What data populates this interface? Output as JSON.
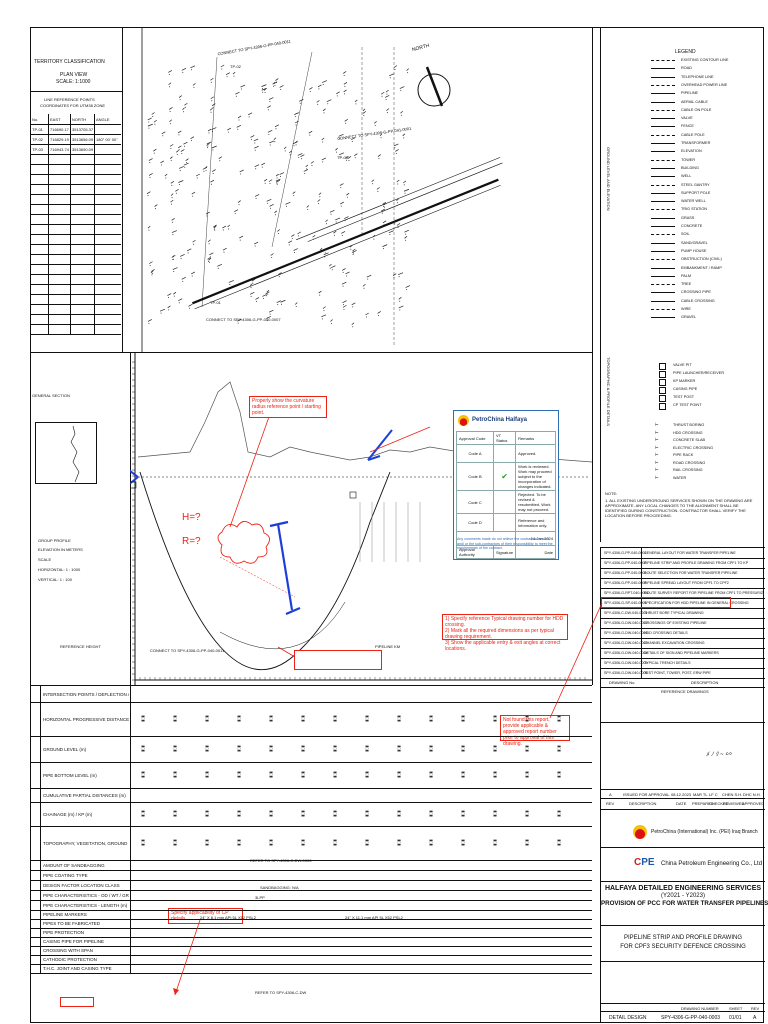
{
  "topleft": {
    "classification": "TERRITORY CLASSIFICATION",
    "plan_label": "PLAN VIEW",
    "plan_scale": "SCALE: 1:1000",
    "coord_title": "LINE REFERENCE POINTS",
    "coord_sub": "COORDINATES FOR UTM38 ZONE",
    "coord_headers": [
      "No.",
      "EAST",
      "NORTH",
      "ANGLE"
    ],
    "coord_rows": [
      [
        "TP-01",
        "716690.17",
        "3513705.37",
        ""
      ],
      [
        "TP-02",
        "716829.19",
        "3513656.09",
        "180° 00' 00\""
      ],
      [
        "TP-03",
        "716943.74",
        "3513690.09",
        ""
      ]
    ]
  },
  "plan": {
    "connect_top": "CONNECT TO SPY-4306-G-PP-040-0011",
    "connect_right": "CONNECT TO SPY-4306-G-PP-041-0001",
    "north": "NORTH",
    "tp_labels": [
      "TP-01",
      "TP-02",
      "TP-03"
    ],
    "connect_bottom": "CONNECT TO SPY-4306-G-PP-040-0007"
  },
  "profile": {
    "general_section": "GENERAL SECTION",
    "group_profile": "GROUP PROFILE",
    "elevation": "ELEVATION IN METERS",
    "scale": "SCALE",
    "horizontal": "HORIZONTAL: 1 : 1000",
    "vertical": "VERTICAL: 1 : 100",
    "reference_height": "REFERENCE HEIGHT",
    "connect": "CONNECT TO SPY-4306-G-PP-040-0011",
    "pipeline_km": "PIPELINE KM",
    "h_label": "H=?",
    "r_label": "R=?"
  },
  "notes": {
    "curvature": "Properly show the curvature radius reference point / starting point.",
    "specify": [
      "1) Specify reference Typical drawing number for HDD crossing.",
      "2) Mark all the required dimensions as per typical drawing requirement.",
      "3) Show the applicable entry & exit angles at correct locations."
    ],
    "report": "Not found this report, provide applicable & approved report number prior to approval of this drawing.",
    "cp": "Specify applicability of CP details"
  },
  "stamp": {
    "company": "PetroChina Halfaya",
    "headers": [
      "Approval Code",
      "VT Status",
      "Remarks"
    ],
    "codes": [
      {
        "code": "Code A",
        "remark": "Approved."
      },
      {
        "code": "Code B",
        "remark": "Work is reviewed. Work may proceed subject to the incorporation of changes indicated."
      },
      {
        "code": "Code C",
        "remark": "Rejected. To be revised & resubmitted. Work may not proceed."
      },
      {
        "code": "Code D",
        "remark": "Reference and information only."
      }
    ],
    "date_value": "14-Jan-2024",
    "footer": [
      "Approval Authority",
      "Signature",
      "Date"
    ],
    "disclaimer": "Any comments made do not relieve the contractor/ vendor and/ or the sub-contractors of their responsibility to meet the requirements of the contract."
  },
  "bottom_table": {
    "rows": [
      "INTERSECTION POINTS / DEFLECTION ANGLE",
      "HORIZONTAL PROGRESSIVE DISTANCES (km-m)",
      "GROUND LEVEL (m)",
      "PIPE BOTTOM LEVEL (m)",
      "CUMULATIVE PARTIAL DISTANCES (m)",
      "CHAINAGE (m) / KP (m)",
      "TOPOGRAPHY, VEGETATION, GROUND DESCRIPTION",
      "AMOUNT OF SANDBAGGING",
      "PIPE COATING TYPE",
      "DESIGN FACTOR LOCATION CLASS",
      "PIPE CHARACTERISTICS - OD / WT / GRADE",
      "PIPE CHARACTERISTICS - LENGTH (m)",
      "PIPELINE MARKERS",
      "PIPES TO BE FABRICATED",
      "PIPE PROTECTION",
      "CASING PIPE FOR PIPELINE",
      "CROSSING WITH SPAN",
      "CATHODIC PROTECTION",
      "T.H.C. JOINT AND CASING TYPE"
    ],
    "row_values": {
      "topography": "REFER TO SPY-4306-C-DW-0003",
      "sandbag": "SANDBAGGING: N/A",
      "coating": "3LPP",
      "od1": "24\" X 8.1 mm API 5L X52 PSL2",
      "od2": "24\" X 11.1 mm API 5L X52 PSL2",
      "span": "REFER TO SPY-4306-C-DW"
    }
  },
  "legend": {
    "title": "LEGEND",
    "items": [
      "EXISTING CONTOUR LINE",
      "ROAD",
      "TELEPHONE LINE",
      "OVERHEAD POWER LINE",
      "PIPELINE",
      "AERIAL CABLE",
      "CABLE ON POLE",
      "VALVE",
      "FENCE",
      "CABLE POLE",
      "TRANSFORMER",
      "ELEVATION",
      "TOWER",
      "BUILDING",
      "WELL",
      "STEEL GANTRY",
      "SUPPORT POLE",
      "WATER WELL",
      "TRIG STATION",
      "GRASS",
      "CONCRETE",
      "SOIL",
      "SAND/GRAVEL",
      "PUMP HOUSE",
      "OBSTRUCTION (CIVIL)",
      "EMBANKMENT / RAMP",
      "PALM",
      "TREE",
      "CROSSING PIPE",
      "CABLE CROSSING",
      "WIRE",
      "GRAVEL"
    ],
    "vert1": "GROUND LEVEL AND ELEVATION",
    "vert2": "TOPOGRAPHIC & PROFILE DETAILS",
    "mid_items": [
      "VALVE PIT",
      "PIPE LAUNCHER/RECEIVER",
      "KP MARKER",
      "CASING PIPE",
      "TEST POST",
      "CP TEST POINT"
    ],
    "bottom_items": [
      "THRUST BORING",
      "HDD CROSSING",
      "CONCRETE SLAB",
      "ELECTRIC CROSSING",
      "PIPE RACK",
      "ROAD CROSSING",
      "RAIL CROSSING",
      "WATER"
    ],
    "notes_title": "NOTE:",
    "notes_text": "1. ALL EXISTING UNDERGROUND SERVICES SHOWN ON THE DRAWING ARE APPROXIMATE. ANY LOCAL CHANGES TO THE ALIGNMENT SHALL BE IDENTIFIED DURING CONSTRUCTION. CONTRACTOR SHALL VERIFY THE LOCATION BEFORE PROCEEDING."
  },
  "references": {
    "rows": [
      [
        "SPY-4306-G-PP-040-0001",
        "GENERAL LAYOUT FOR WATER TRANSFER PIPELINE"
      ],
      [
        "SPY-4306-G-PP-040-0002",
        "PIPELINE STRIP AND PROFILE DRAWING FROM CPF1 TO KP"
      ],
      [
        "SPY-4306-G-PP-040-0003",
        "ROUTE SELECTION FOR WATER TRANSFER PIPELINE"
      ],
      [
        "SPY-4306-G-PP-040-0004",
        "PIPELINE SPREAD LAYOUT FROM CPF1 TO CPF2"
      ],
      [
        "SPY-4306-G-RPT-040-0001",
        "ROUTE SURVEY REPORT FOR PIPELINE FROM CPF1 TO PRESSURIZATION"
      ],
      [
        "SPY-4306-G-SP-040-0001",
        "SPECIFICATION FOR HDD PIPELINE IN GENERAL CROSSING"
      ],
      [
        "SPY-4306-C-DW-040-0001",
        "THRUST BORE TYPICAL DRAWING"
      ],
      [
        "SPY-4306-G-DW-040-0001",
        "CROSSINGS OF EXISTING PIPELINE"
      ],
      [
        "SPY-4306-G-DW-040-0002",
        "HDD CROSSING DETAILS"
      ],
      [
        "SPY-4306-G-DW-040-0003",
        "CHANNEL EXCAVATION CROSSING"
      ],
      [
        "SPY-4306-G-DW-040-0004",
        "DETAILS OF SIGN AND PIPELINE MARKERS"
      ],
      [
        "SPY-4306-G-DW-040-0005",
        "TYPICAL TRENCH DETAILS"
      ],
      [
        "SPY-4306-G-DW-040-0006",
        "TEST POINT, TOWER, POST, ERW PIPE"
      ]
    ],
    "head_no": "DRAWING No.",
    "head_desc": "DESCRIPTION",
    "head_ref": "REFERENCE DRAWINGS"
  },
  "revisions": {
    "row": [
      "A",
      "ISSUED FOR APPROVAL",
      "08.12.2023",
      "MAR TL",
      "LF C",
      "CHEN S.H.",
      "DHC N.H."
    ],
    "headers": [
      "REV",
      "DESCRIPTION",
      "DATE",
      "PREPARED",
      "CHECKED",
      "REVIEWED",
      "APPROVED"
    ]
  },
  "titleblock": {
    "owner": "PetroChina (International) Inc. (PEI) Iraq Branch",
    "contractor": "China Petroleum Engineering Co., Ltd",
    "project1": "HALFAYA DETAILED ENGINEERING SERVICES",
    "project2": "(Y2021 - Y2023)",
    "project3": "PROVISION OF PCC FOR WATER TRANSFER PIPELINES",
    "title1": "PIPELINE STRIP AND PROFILE DRAWING",
    "title2": "FOR CPF3 SECURITY DEFENCE CROSSING",
    "heads": [
      "DRAWING NUMBER",
      "SHEET",
      "REV"
    ],
    "doc_label": "DETAIL DESIGN",
    "doc_no": "SPY-4306-G-PP-040-0003",
    "sheet": "01/01",
    "rev": "A"
  }
}
